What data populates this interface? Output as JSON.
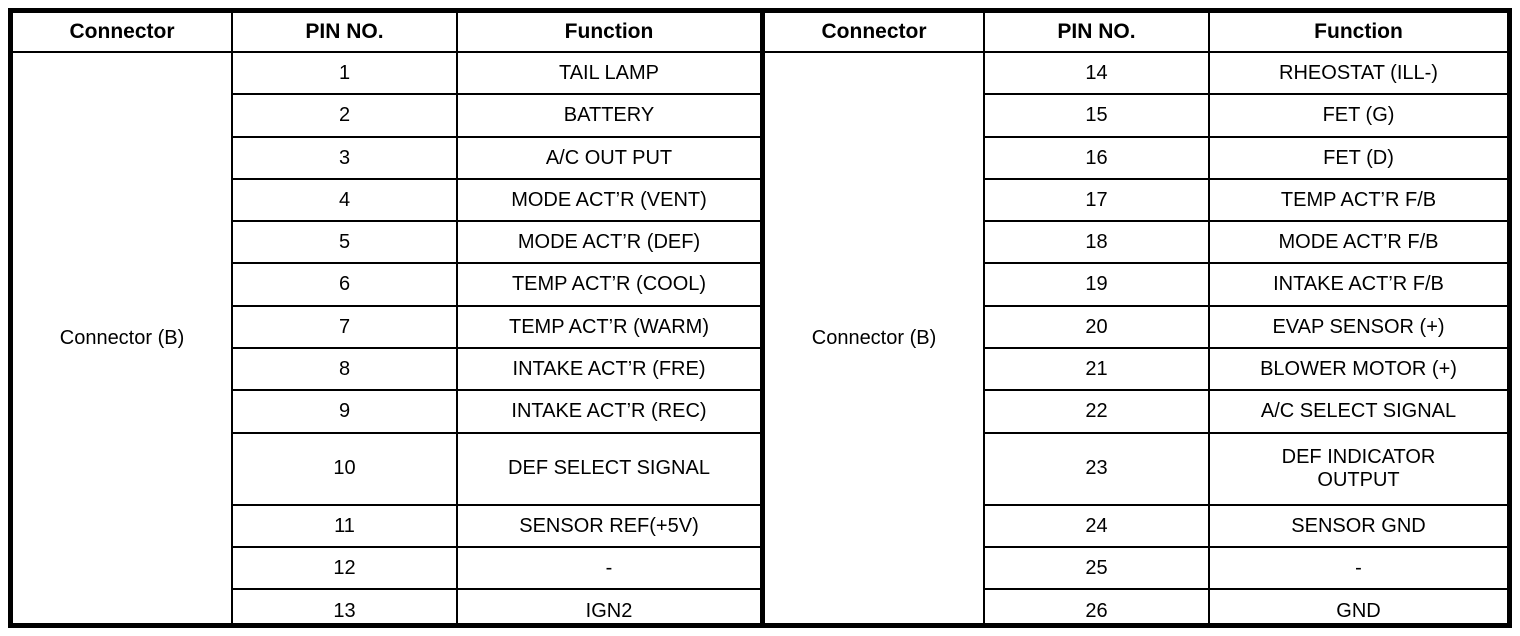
{
  "table": {
    "headers": {
      "connector": "Connector",
      "pin": "PIN NO.",
      "function": "Function"
    },
    "left": {
      "connector_label": "Connector (B)",
      "rows": [
        {
          "pin": "1",
          "function": "TAIL LAMP",
          "tall": false
        },
        {
          "pin": "2",
          "function": "BATTERY",
          "tall": false
        },
        {
          "pin": "3",
          "function": "A/C OUT PUT",
          "tall": false
        },
        {
          "pin": "4",
          "function": "MODE ACT’R (VENT)",
          "tall": false
        },
        {
          "pin": "5",
          "function": "MODE ACT’R (DEF)",
          "tall": false
        },
        {
          "pin": "6",
          "function": "TEMP ACT’R (COOL)",
          "tall": false
        },
        {
          "pin": "7",
          "function": "TEMP ACT’R (WARM)",
          "tall": false
        },
        {
          "pin": "8",
          "function": "INTAKE ACT’R (FRE)",
          "tall": false
        },
        {
          "pin": "9",
          "function": "INTAKE ACT’R (REC)",
          "tall": false
        },
        {
          "pin": "10",
          "function": "DEF SELECT SIGNAL",
          "tall": true
        },
        {
          "pin": "11",
          "function": "SENSOR REF(+5V)",
          "tall": false
        },
        {
          "pin": "12",
          "function": "-",
          "tall": false
        },
        {
          "pin": "13",
          "function": "IGN2",
          "tall": false
        }
      ]
    },
    "right": {
      "connector_label": "Connector (B)",
      "rows": [
        {
          "pin": "14",
          "function": "RHEOSTAT (ILL-)",
          "tall": false
        },
        {
          "pin": "15",
          "function": "FET (G)",
          "tall": false
        },
        {
          "pin": "16",
          "function": "FET (D)",
          "tall": false
        },
        {
          "pin": "17",
          "function": "TEMP ACT’R F/B",
          "tall": false
        },
        {
          "pin": "18",
          "function": "MODE ACT’R F/B",
          "tall": false
        },
        {
          "pin": "19",
          "function": "INTAKE ACT’R F/B",
          "tall": false
        },
        {
          "pin": "20",
          "function": "EVAP SENSOR (+)",
          "tall": false
        },
        {
          "pin": "21",
          "function": "BLOWER MOTOR (+)",
          "tall": false
        },
        {
          "pin": "22",
          "function": "A/C SELECT SIGNAL",
          "tall": false
        },
        {
          "pin": "23",
          "function": "DEF INDICATOR\nOUTPUT",
          "tall": true
        },
        {
          "pin": "24",
          "function": "SENSOR GND",
          "tall": false
        },
        {
          "pin": "25",
          "function": "-",
          "tall": false
        },
        {
          "pin": "26",
          "function": "GND",
          "tall": false
        }
      ]
    }
  }
}
